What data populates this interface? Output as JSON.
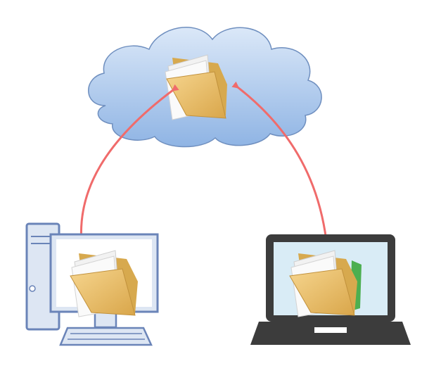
{
  "diagram": {
    "nodes": [
      {
        "id": "cloud",
        "icon": "cloud-icon",
        "contains": "folder-icon"
      },
      {
        "id": "desktop",
        "icon": "desktop-computer-icon",
        "contains": "folder-icon"
      },
      {
        "id": "laptop",
        "icon": "laptop-icon",
        "contains": "folder-icon"
      }
    ],
    "edges": [
      {
        "from": "cloud",
        "to": "desktop",
        "direction": "bidirectional"
      },
      {
        "from": "cloud",
        "to": "laptop",
        "direction": "bidirectional"
      }
    ]
  },
  "colors": {
    "cloud_fill_top": "#dbe8f8",
    "cloud_fill_bottom": "#8fb4e4",
    "cloud_stroke": "#6f8fbf",
    "arrow": "#f06b6b",
    "folder_front": "#e9c074",
    "folder_back": "#d7a94e",
    "paper": "#eeeeee",
    "monitor_frame": "#6a84b8",
    "monitor_fill": "#dde6f3",
    "screen": "#ffffff",
    "laptop_body": "#3c3c3c",
    "laptop_screen": "#d9ecf6",
    "green_file": "#4caf50"
  }
}
